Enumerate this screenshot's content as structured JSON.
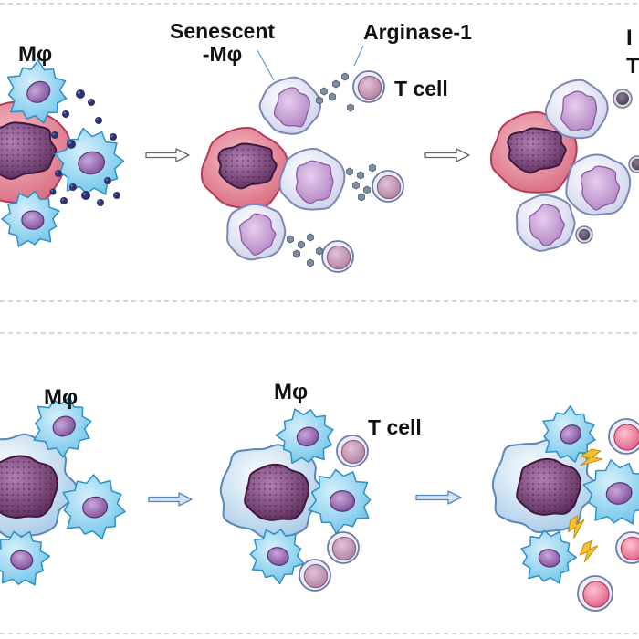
{
  "top_panel": {
    "labels": {
      "macrophage": "Mφ",
      "senescent_macrophage": "Senescent\n-Mφ",
      "arginase": "Arginase-1",
      "t_cell": "T cell",
      "cropped_label": "I\nT"
    }
  },
  "bottom_panel": {
    "labels": {
      "macrophage_left": "Mφ",
      "macrophage_mid": "Mφ",
      "t_cell": "T cell"
    }
  },
  "colors": {
    "macrophage_body": "#6fc4ea",
    "macrophage_nucleus": "#9b6fb7",
    "tumor_cell": "#e48a9a",
    "tumor_nucleus": "#7a3f73",
    "senescent_cell": "#eceef8",
    "senescent_nucleus": "#c39ad0",
    "t_cell_ring": "#aeb8d6",
    "t_cell_core": "#c79ab8",
    "activated_t_cell_core": "#e87c9c",
    "granule": "#2e3170",
    "arginase": "#7d8ea2",
    "lightning": "#f6c22b",
    "divider": "#c8c8c8"
  }
}
